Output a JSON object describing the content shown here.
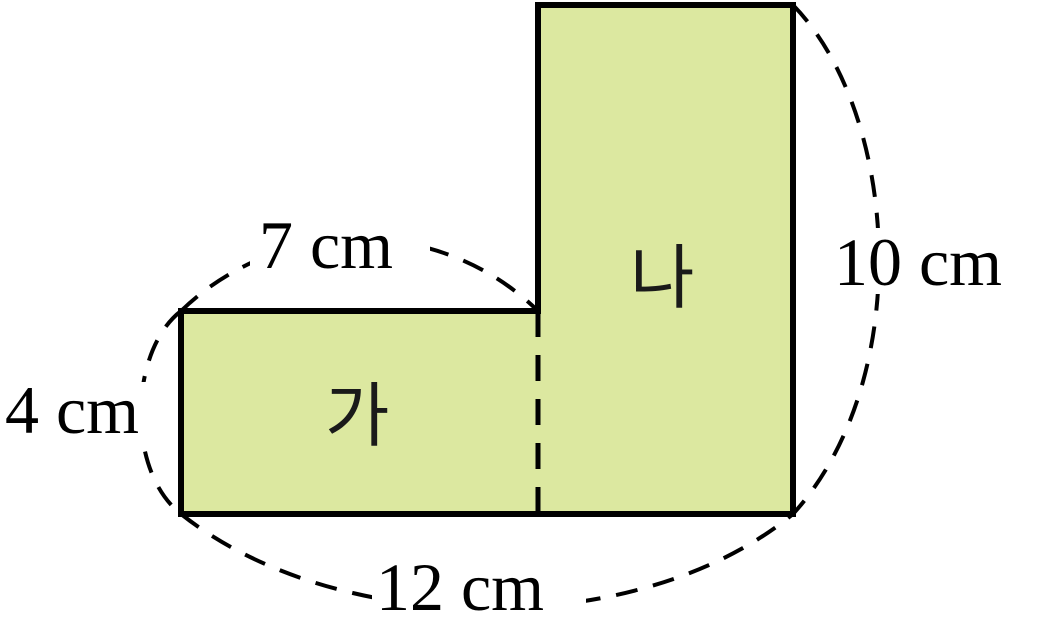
{
  "figure": {
    "colors": {
      "fill": "#dce8a0",
      "stroke": "#000000"
    },
    "regions": {
      "ga": "가",
      "na": "나"
    },
    "dimensions": {
      "top_left_width": "7 cm",
      "left_height": "4 cm",
      "bottom_width": "12 cm",
      "right_height": "10 cm"
    }
  }
}
